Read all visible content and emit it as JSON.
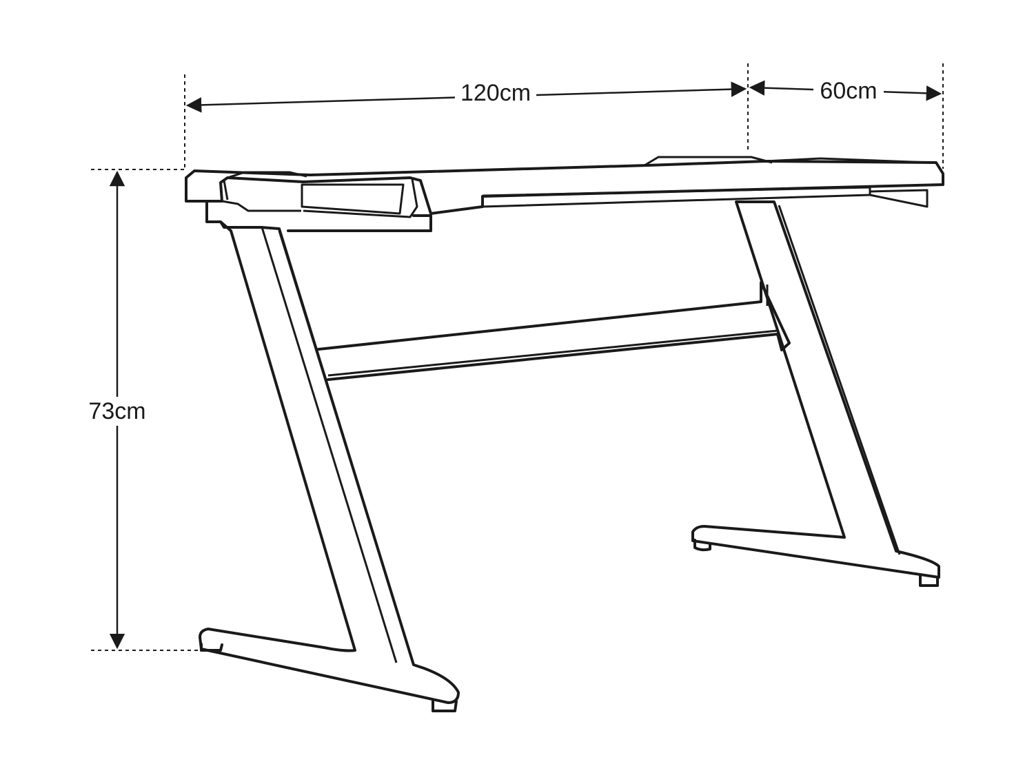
{
  "dimensions": {
    "width_label": "120cm",
    "depth_label": "60cm",
    "height_label": "73cm"
  },
  "colors": {
    "line": "#1a1a1a",
    "background": "#ffffff"
  }
}
